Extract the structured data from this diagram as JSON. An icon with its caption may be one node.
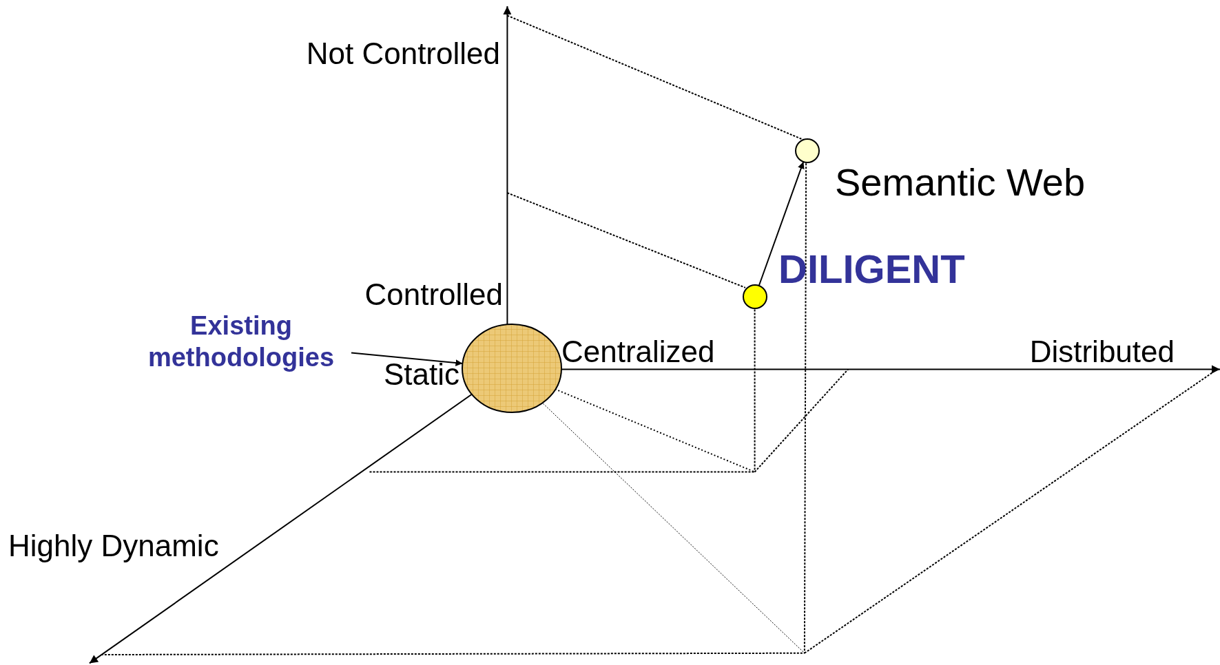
{
  "diagram": {
    "nodes": [
      {
        "text": [
          "Existing methodologies"
        ]
      },
      {
        "text": [],
        "shape": "circle"
      },
      {
        "text": [],
        "shape": "circle",
        "beside": [
          "DILIGENT"
        ]
      },
      {
        "text": [],
        "shape": "circle",
        "beside": [
          "Semantic Web"
        ]
      }
    ],
    "edges": [
      {
        "from": 0,
        "to": 1,
        "arrow": "to"
      },
      {
        "from": 2,
        "to": 3,
        "arrow": "to"
      }
    ],
    "labels": [
      "Not Controlled",
      "Controlled",
      "Centralized",
      "Distributed",
      "Static",
      "Highly Dynamic"
    ]
  }
}
